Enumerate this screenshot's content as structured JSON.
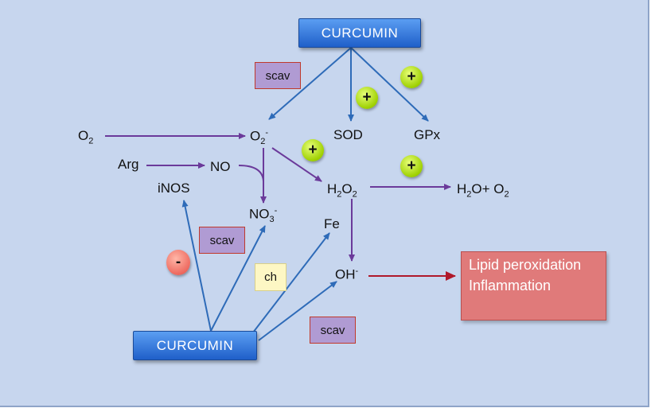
{
  "curcumin_top": "CURCUMIN",
  "curcumin_bottom": "CURCUMIN",
  "nodes": {
    "o2": {
      "main": "O",
      "sub": "2"
    },
    "superoxide": {
      "main": "O",
      "sub": "2",
      "sup": "-"
    },
    "sod": "SOD",
    "gpx": "GPx",
    "arg": "Arg",
    "no": "NO",
    "inos": "iNOS",
    "peroxide": {
      "a": "H",
      "b": "2",
      "c": "O",
      "d": "2"
    },
    "water_oxygen": {
      "a": "H",
      "b": "2",
      "c": "O+ O",
      "d": "2"
    },
    "nitrate": {
      "main": "NO",
      "sub": "3",
      "sup": "-"
    },
    "fe": "Fe",
    "hydroxyl": {
      "main": "OH",
      "sup": "-"
    }
  },
  "tags": {
    "scav_top": "scav",
    "scav_mid": "scav",
    "scav_bottom": "scav",
    "ch": "ch"
  },
  "badges": {
    "plus_sod": "+",
    "plus_gpx": "+",
    "plus_h2o2": "+",
    "plus_h2o": "+",
    "minus_inos": "-"
  },
  "outcome": {
    "line1": "Lipid peroxidation",
    "line2": "Inflammation"
  },
  "colors": {
    "background": "#c7d6ee",
    "blue_arrow": "#2e6bb8",
    "purple_arrow": "#6b3a9a",
    "red_arrow": "#b0182a",
    "outcome_fill": "#e07a7a"
  },
  "icons": [
    "plus-badge-icon",
    "minus-badge-icon"
  ]
}
